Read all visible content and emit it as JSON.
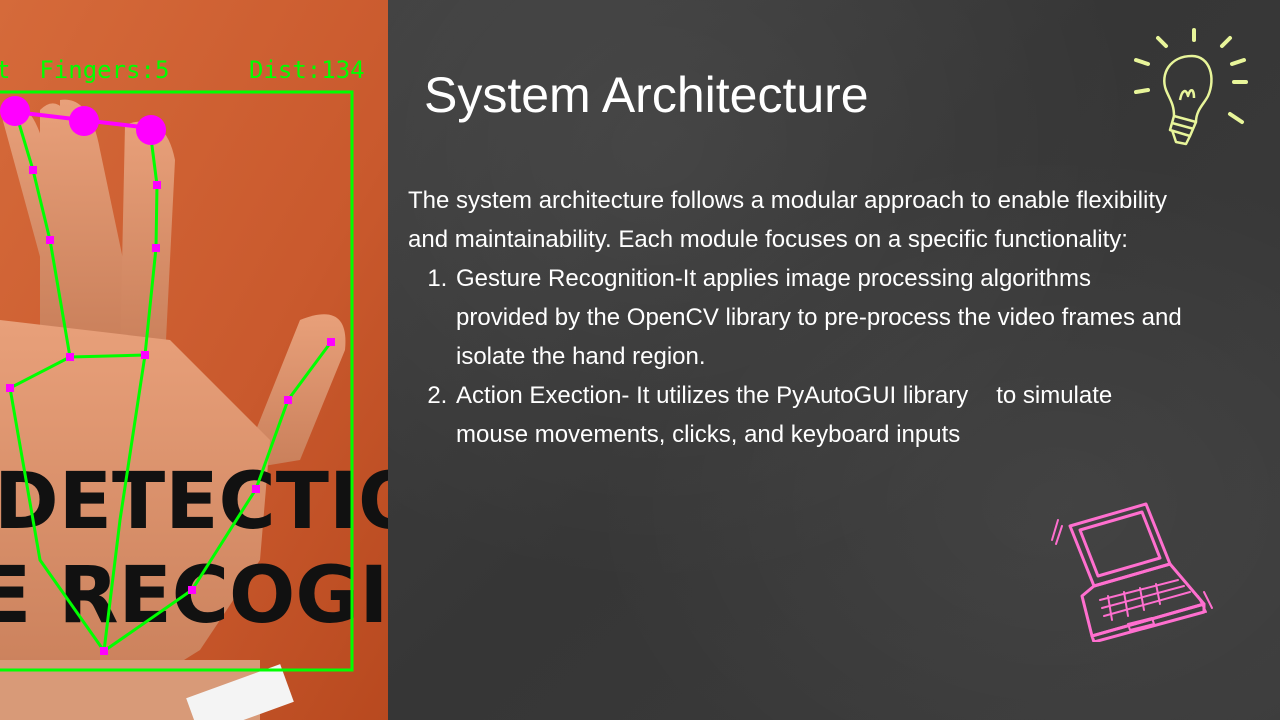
{
  "slide": {
    "title": "System Architecture",
    "intro": "The system architecture follows a modular approach to enable flexibility and maintainability. Each module focuses on a specific functionality:",
    "items": [
      {
        "text": "Gesture Recognition-It applies image processing algorithms provided by the OpenCV library to pre-process the video frames and isolate the hand region."
      },
      {
        "text_a": "Action Exection- It utilizes the PyAutoGUI library",
        "text_b": "to simulate mouse movements, clicks, and keyboard inputs"
      }
    ]
  },
  "photo": {
    "overlay_left": "t  Fingers:5",
    "overlay_right": "Dist:134",
    "bg_line1": "DETECTIO",
    "bg_line2": "E RECOGI"
  },
  "colors": {
    "board": "#3a3a3a",
    "text": "#ffffff",
    "landmark": "#ff00ff",
    "skeleton": "#00ff00",
    "bulb": "#e8f59a",
    "laptop": "#ff6fcf"
  },
  "icons": [
    "lightbulb-icon",
    "laptop-icon"
  ]
}
